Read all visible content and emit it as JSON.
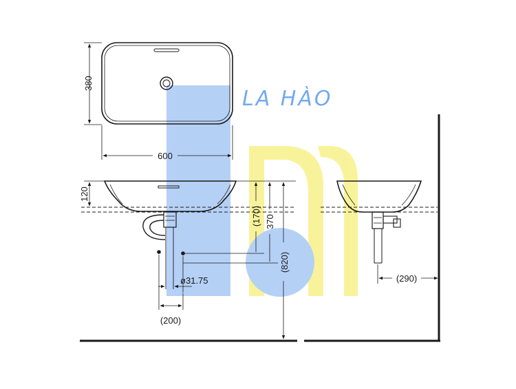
{
  "watermark": {
    "brand_text": "LA HÀO",
    "colors": {
      "blue": "#5b9bf0",
      "yellow": "#f5f07a",
      "brand_text": "#5b9bf0"
    }
  },
  "dimensions": {
    "length": "600",
    "width": "380",
    "bowl_height": "120",
    "drain_height": "(170)",
    "outlet_height": "370",
    "floor_height": "(820)",
    "pipe_diameter": "ø31.75",
    "pipe_offset": "(200)",
    "wall_distance": "(290)"
  },
  "colors": {
    "line": "#1a1a1a"
  }
}
